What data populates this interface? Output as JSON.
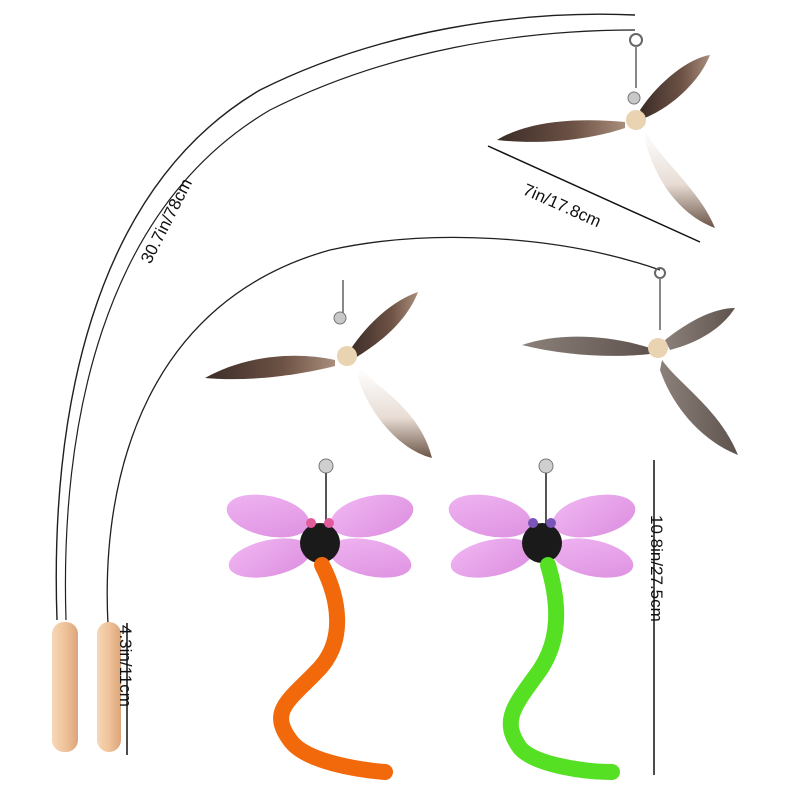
{
  "product": {
    "colors": {
      "handle": "#f0c9a3",
      "wire": "#222222",
      "feather_dark": "#4a3a33",
      "feather_gray": "#7d716b",
      "bead": "#e9d3b0",
      "wing": "#e7a0e8",
      "body": "#1a1a1a",
      "tail_orange": "#f2690b",
      "tail_green": "#56e024"
    }
  },
  "dimensions": {
    "rod_length": "30.7in/78cm",
    "feather_width": "7in/17.8cm",
    "dragonfly_length": "10.8in/27.5cm",
    "handle_length": "4.3in/11cm"
  }
}
